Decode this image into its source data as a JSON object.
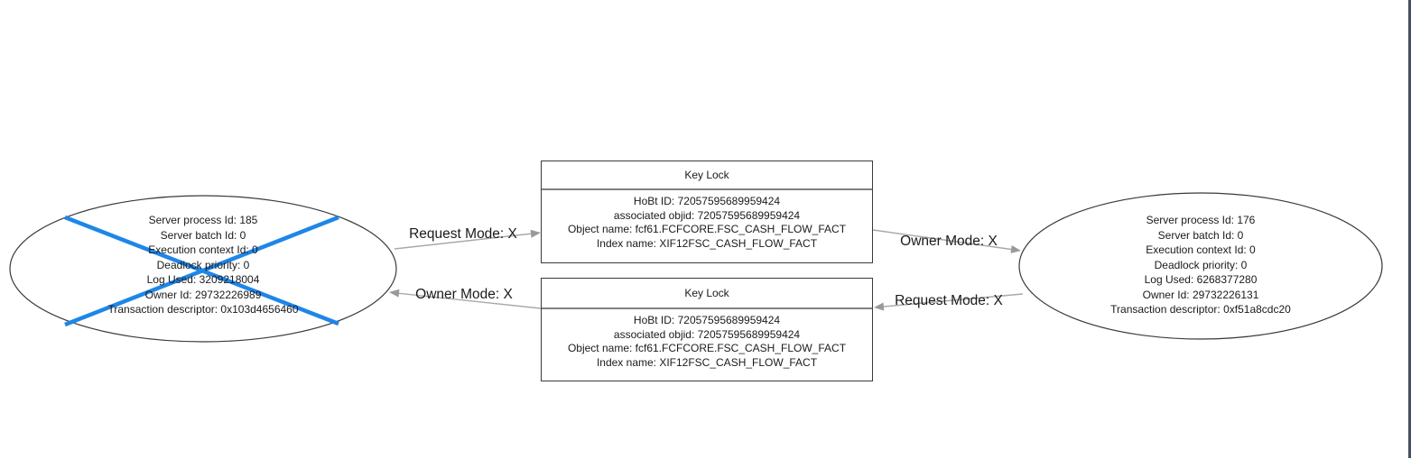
{
  "colors": {
    "background": "#ffffff",
    "victim_cross": "#1e86e8",
    "edge_line": "#a9a9a9",
    "arrowhead": "#999999",
    "node_border": "#3a3a3a",
    "separator": "#808080",
    "text": "#1a1a1a",
    "right_border": "#44505e"
  },
  "processes": {
    "left": {
      "is_deadlock_victim": true,
      "lines": [
        "Server process Id: 185",
        "Server batch Id: 0",
        "Execution context Id: 0",
        "Deadlock priority: 0",
        "Log Used: 3209218004",
        "Owner Id: 29732226989",
        "Transaction descriptor: 0x103d4656460"
      ]
    },
    "right": {
      "is_deadlock_victim": false,
      "lines": [
        "Server process Id: 176",
        "Server batch Id: 0",
        "Execution context Id: 0",
        "Deadlock priority: 0",
        "Log Used: 6268377280",
        "Owner Id: 29732226131",
        "Transaction descriptor: 0xf51a8cdc20"
      ]
    }
  },
  "locks": {
    "top": {
      "title": "Key Lock",
      "lines": [
        "HoBt ID: 72057595689959424",
        "associated objid: 72057595689959424",
        "Object name: fcf61.FCFCORE.FSC_CASH_FLOW_FACT",
        "Index name: XIF12FSC_CASH_FLOW_FACT"
      ]
    },
    "bottom": {
      "title": "Key Lock",
      "lines": [
        "HoBt ID: 72057595689959424",
        "associated objid: 72057595689959424",
        "Object name: fcf61.FCFCORE.FSC_CASH_FLOW_FACT",
        "Index name: XIF12FSC_CASH_FLOW_FACT"
      ]
    }
  },
  "edges": {
    "left_top_label": "Request Mode: X",
    "left_bottom_label": "Owner Mode: X",
    "right_top_label": "Owner Mode: X",
    "right_bottom_label": "Request Mode: X"
  }
}
